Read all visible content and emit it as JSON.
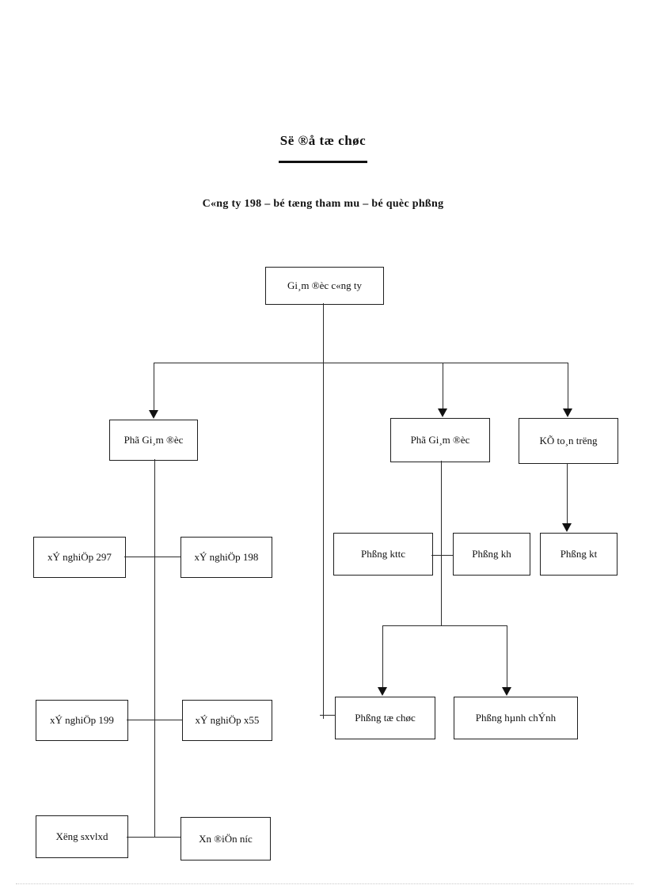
{
  "page": {
    "title": "Së ®å tæ chøc",
    "subtitle": "C«ng ty 198 – bé tæng tham mu  – bé quèc phßng"
  },
  "org_chart": {
    "nodes": {
      "director": "Gi¸m ®èc c«ng ty",
      "deputy_left": "Phã Gi¸m ®èc",
      "deputy_right": "Phã Gi¸m ®èc",
      "chief_accountant": "KÕ to¸n trëng",
      "dept_kttc": "Phßng kttc",
      "dept_kh": "Phßng kh",
      "dept_kt": "Phßng kt",
      "enterprise_297": "xÝ nghiÖp 297",
      "enterprise_198": "xÝ nghiÖp 198",
      "enterprise_199": "xÝ nghiÖp 199",
      "enterprise_x55": "xÝ nghiÖp x55",
      "workshop_sxvlxd": "Xëng sxvlxd",
      "enterprise_dien_nuoc": "Xn ®iÖn níc",
      "dept_to_chuc": "Phßng tæ chøc",
      "dept_hanh_chinh": "Phßng hµnh chÝnh"
    },
    "line_color": "#2b2b2b",
    "box_border_color": "#1f1f1f"
  }
}
